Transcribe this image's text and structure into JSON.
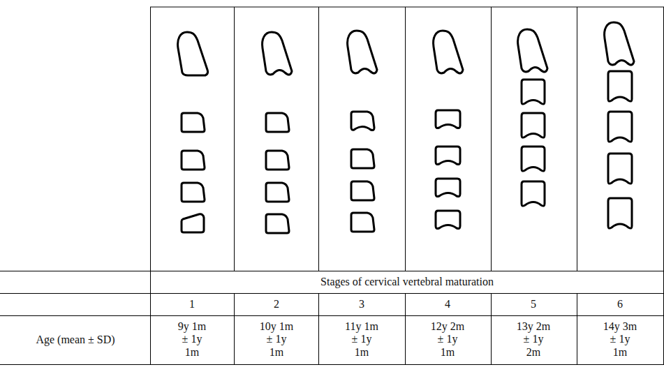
{
  "diagram": {
    "labels": [
      "Stages of cervical vertebral maturation",
      "1",
      "2",
      "3",
      "4",
      "5",
      "6",
      "Age (mean ± SD)",
      "9y 1m ± 1y 1m",
      "10y 1m ± 1y 1m",
      "11y 1m ± 1y 1m",
      "12y 2m ± 1y 1m",
      "13y 2m ± 1y 2m",
      "14y 3m ± 1y 1m"
    ]
  }
}
